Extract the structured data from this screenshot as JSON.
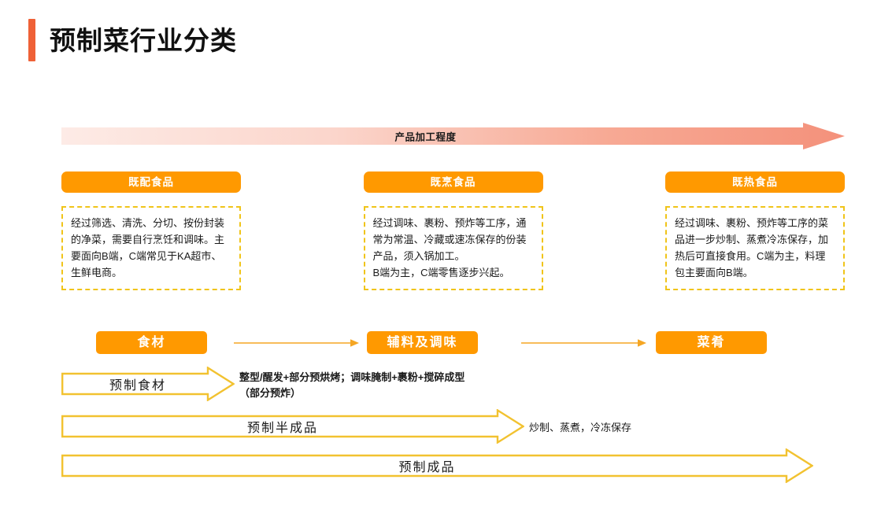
{
  "page": {
    "title": "预制菜行业分类",
    "accent_bar_color": "#EF6137",
    "chip_color": "#FF9900",
    "dashed_border_color": "#F0C419",
    "block_arrow_color": "#F2C230",
    "gradient_from": "#FCE0DA",
    "gradient_to": "#F4917B"
  },
  "process_axis": {
    "label": "产品加工程度"
  },
  "cards": [
    {
      "header": "既配食品",
      "body": "经过筛选、清洗、分切、按份封装的净菜，需要自行烹饪和调味。主要面向B端，C端常见于KA超市、生鲜电商。"
    },
    {
      "header": "既烹食品",
      "body": "经过调味、裹粉、预炸等工序，通常为常温、冷藏或速冻保存的份装产品，须入锅加工。\nB端为主，C端零售逐步兴起。"
    },
    {
      "header": "既热食品",
      "body": "经过调味、裹粉、预炸等工序的菜品进一步炒制、蒸煮冷冻保存，加热后可直接食用。C端为主，料理包主要面向B端。"
    }
  ],
  "flow": {
    "steps": [
      "食材",
      "辅料及调味",
      "菜肴"
    ]
  },
  "stages": [
    {
      "label": "预制食材",
      "note": "整型/醒发+部分预烘烤；调味腌制+裹粉+搅碎成型（部分预炸）"
    },
    {
      "label": "预制半成品",
      "note": "炒制、蒸煮，冷冻保存"
    },
    {
      "label": "预制成品",
      "note": ""
    }
  ]
}
